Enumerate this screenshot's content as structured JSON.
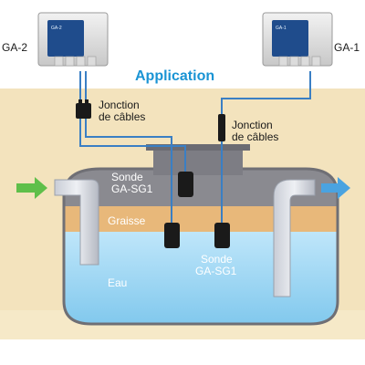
{
  "title": "Application",
  "devices": [
    {
      "tag": "GA-2",
      "label": "GA-2"
    },
    {
      "tag": "GA-1",
      "label": "GA-1"
    }
  ],
  "junction_label": {
    "line1": "Jonction",
    "line2": "de câbles"
  },
  "probe_label": {
    "line1": "Sonde",
    "line2": "GA-SG1"
  },
  "layer_labels": {
    "grease": "Graisse",
    "water": "Eau"
  },
  "colors": {
    "accent": "#1a94d4",
    "soil": "#f3e3bd",
    "water": "#9fd6f2",
    "grease": "#e8b87a",
    "tank_gray": "#8a8a90",
    "inlet_arrow": "#5fbf4a",
    "outlet_arrow": "#4aa3e0",
    "cable": "#3a7fc4",
    "probe": "#1a1a1a"
  }
}
